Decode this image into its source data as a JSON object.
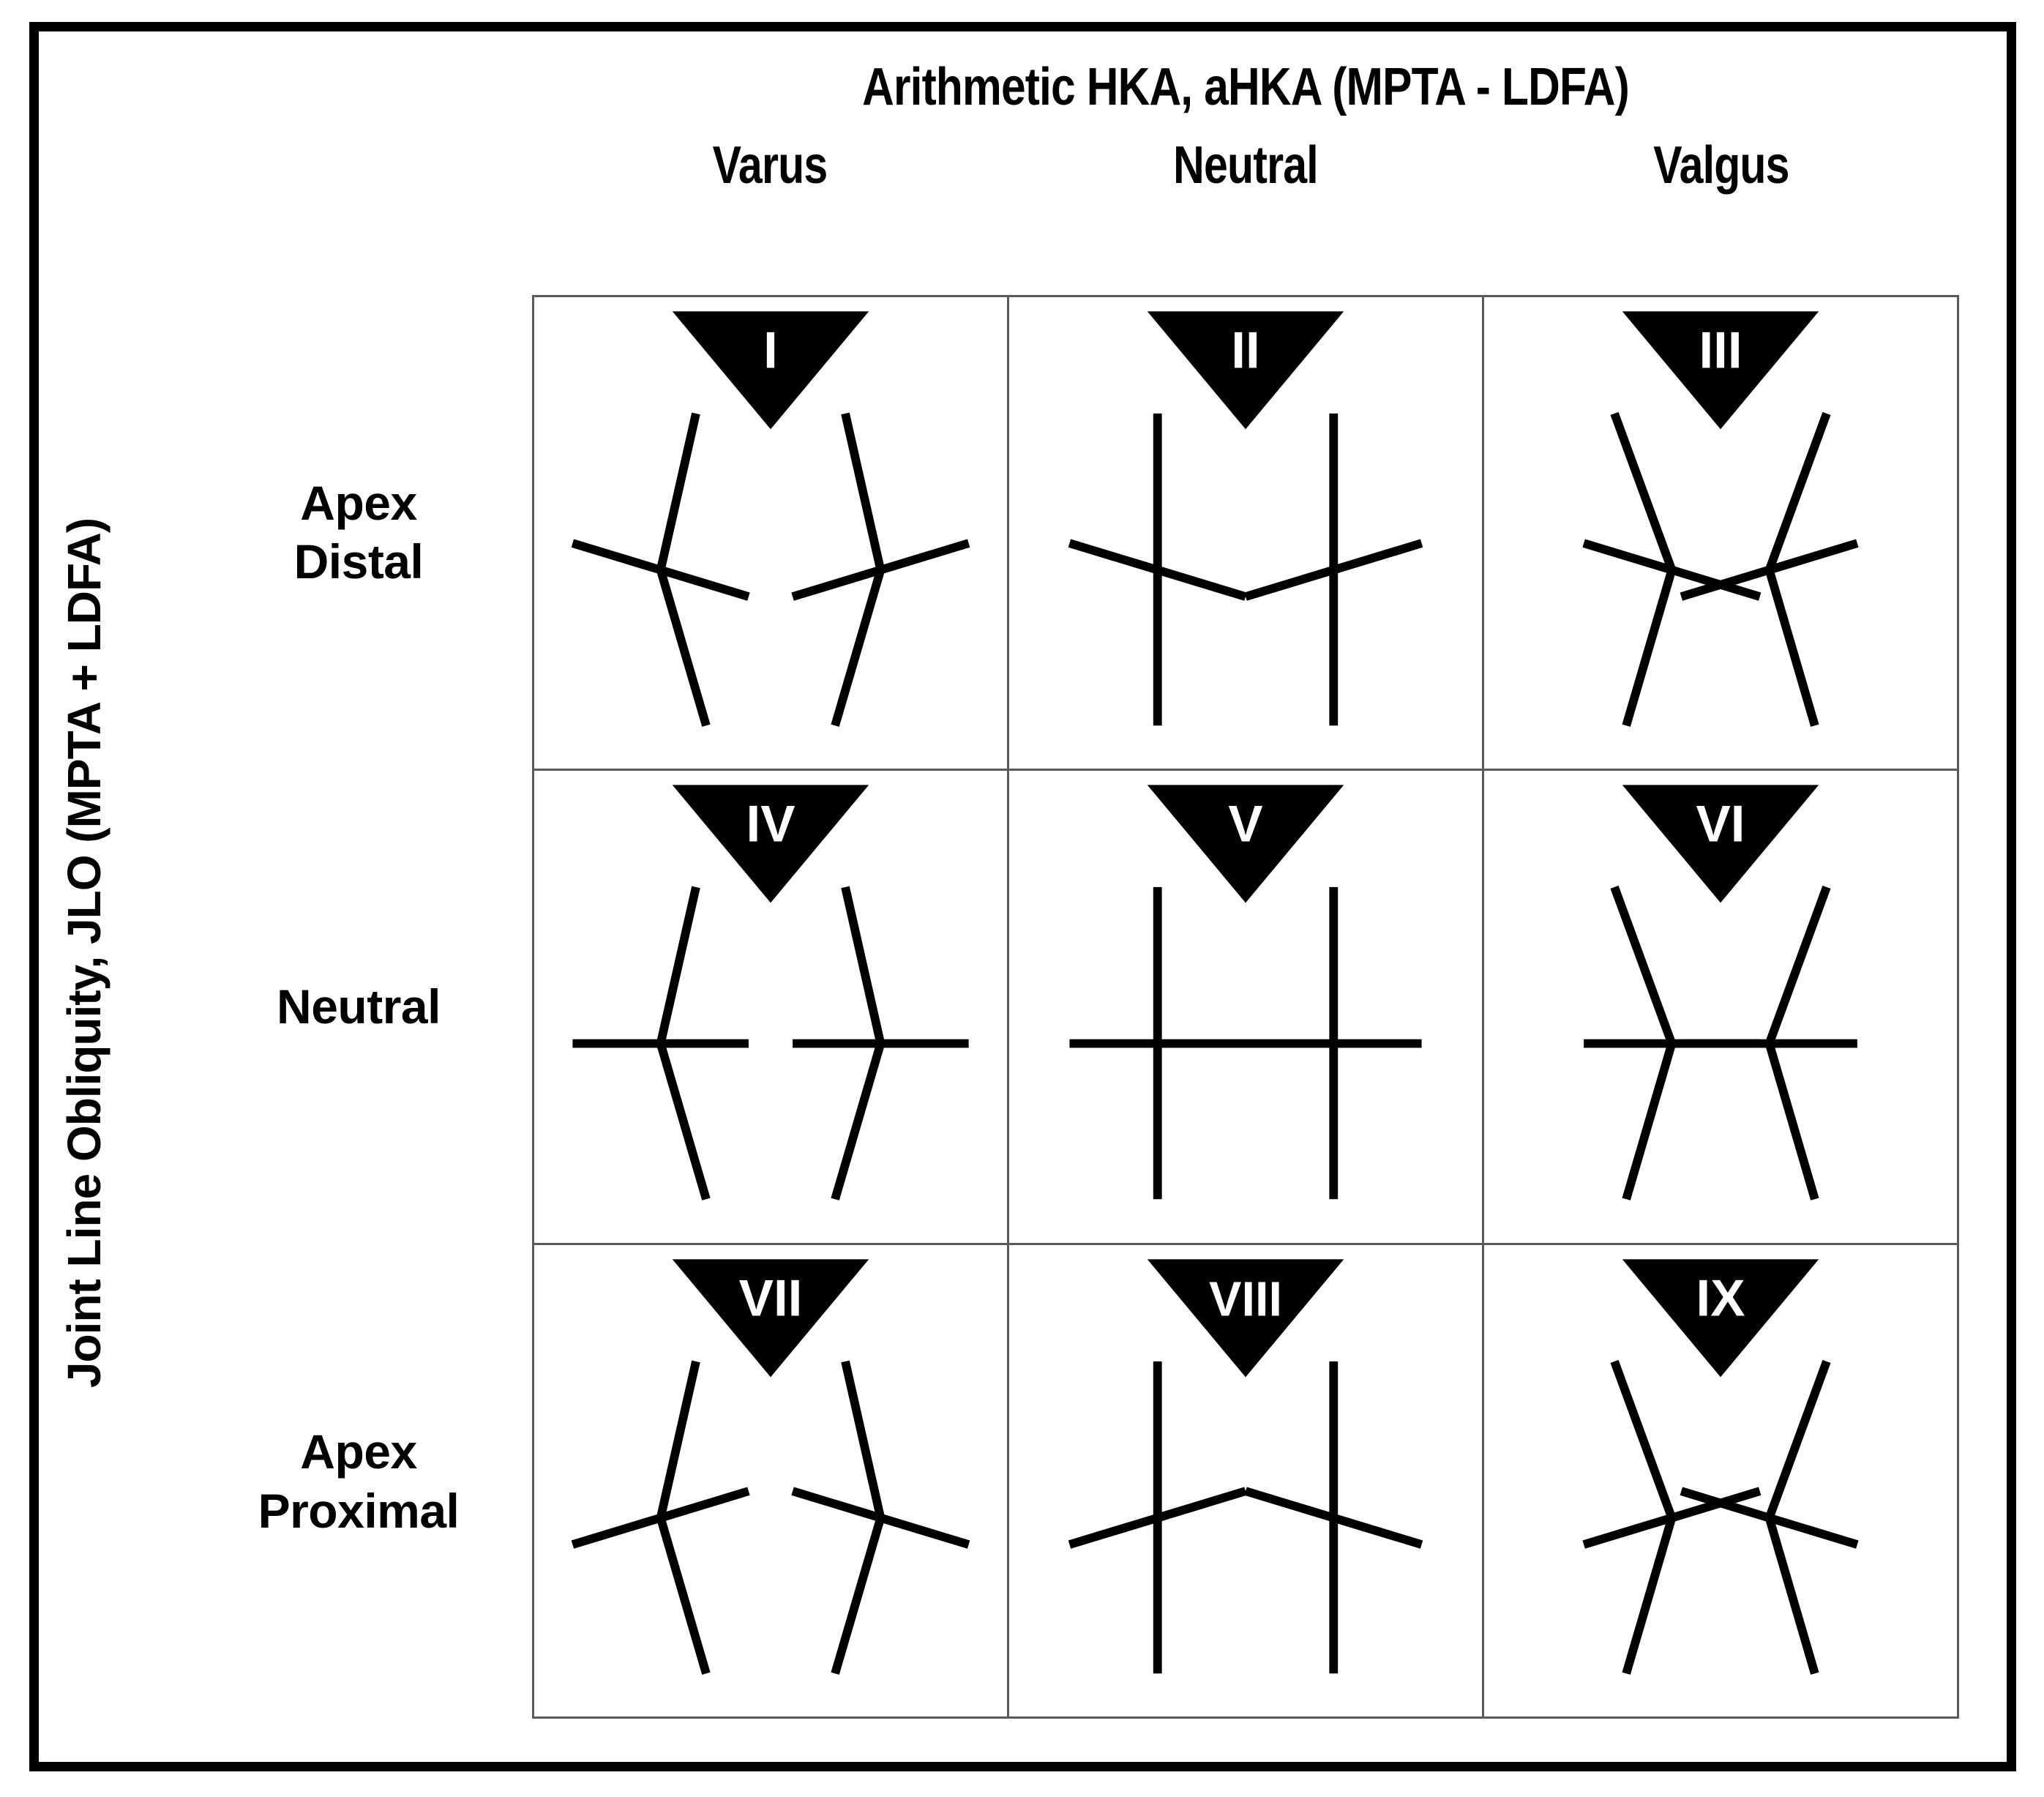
{
  "figure": {
    "title": "Arithmetic HKA, aHKA (MPTA - LDFA)",
    "y_axis_label": "Joint Line Obliquity, JLO (MPTA + LDFA)",
    "columns": [
      "Varus",
      "Neutral",
      "Valgus"
    ],
    "rows": [
      {
        "line1": "Apex",
        "line2": "Distal"
      },
      {
        "line1": "Neutral",
        "line2": ""
      },
      {
        "line1": "Apex",
        "line2": "Proximal"
      }
    ],
    "colors": {
      "frame": "#000000",
      "grid_line": "#5a5a5a",
      "badge_fill": "#000000",
      "badge_text": "#ffffff",
      "cell_background": "#ffffff",
      "knee_line": "#000000"
    }
  },
  "chart_data": {
    "type": "table",
    "title": "CPAK classification matrix (3 x 3)",
    "xlabel": "Arithmetic HKA, aHKA (MPTA - LDFA)",
    "ylabel": "Joint Line Obliquity, JLO (MPTA + LDFA)",
    "categories": [
      "Varus",
      "Neutral",
      "Valgus"
    ],
    "row_categories": [
      "Apex Distal",
      "Neutral",
      "Apex Proximal"
    ],
    "grid": true,
    "legend": "none",
    "cells": [
      {
        "id": "cell-1",
        "numeral": "I",
        "row": "Apex Distal",
        "column": "Varus",
        "alignment": "varus",
        "jlo": "apex-distal"
      },
      {
        "id": "cell-2",
        "numeral": "II",
        "row": "Apex Distal",
        "column": "Neutral",
        "alignment": "neutral",
        "jlo": "apex-distal"
      },
      {
        "id": "cell-3",
        "numeral": "III",
        "row": "Apex Distal",
        "column": "Valgus",
        "alignment": "valgus",
        "jlo": "apex-distal"
      },
      {
        "id": "cell-4",
        "numeral": "IV",
        "row": "Neutral",
        "column": "Varus",
        "alignment": "varus",
        "jlo": "neutral"
      },
      {
        "id": "cell-5",
        "numeral": "V",
        "row": "Neutral",
        "column": "Neutral",
        "alignment": "neutral",
        "jlo": "neutral"
      },
      {
        "id": "cell-6",
        "numeral": "VI",
        "row": "Neutral",
        "column": "Valgus",
        "alignment": "valgus",
        "jlo": "neutral"
      },
      {
        "id": "cell-7",
        "numeral": "VII",
        "row": "Apex Proximal",
        "column": "Varus",
        "alignment": "varus",
        "jlo": "apex-proximal"
      },
      {
        "id": "cell-8",
        "numeral": "VIII",
        "row": "Apex Proximal",
        "column": "Neutral",
        "alignment": "neutral",
        "jlo": "apex-proximal"
      },
      {
        "id": "cell-9",
        "numeral": "IX",
        "row": "Apex Proximal",
        "column": "Valgus",
        "alignment": "valgus",
        "jlo": "apex-proximal"
      }
    ]
  }
}
